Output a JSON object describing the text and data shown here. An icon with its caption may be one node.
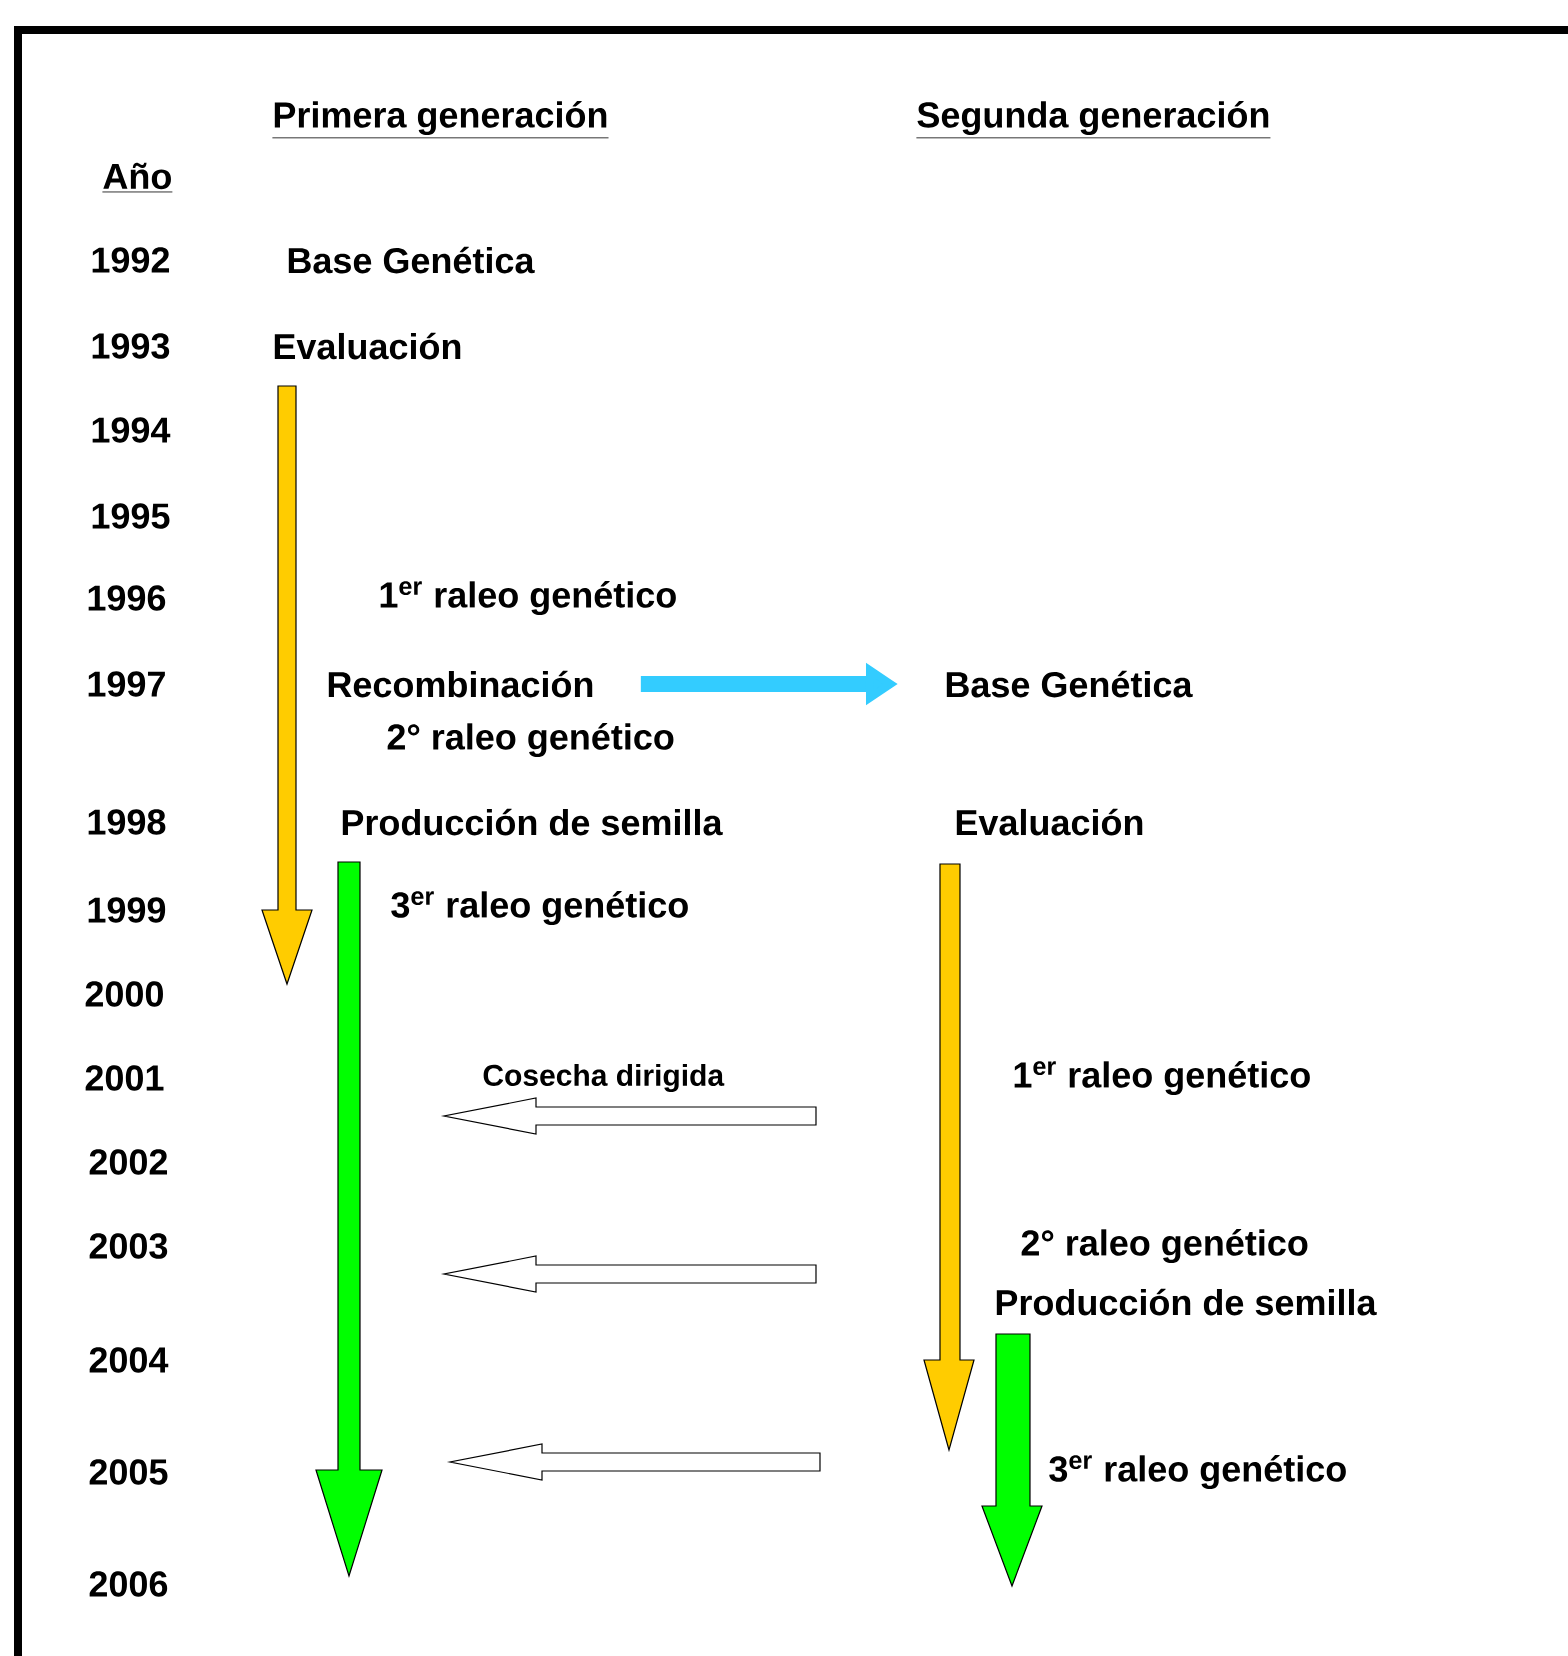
{
  "diagram": {
    "nodes": [
      {
        "text": [
          "Recombinación"
        ]
      },
      {
        "text": [
          "Base Genética"
        ]
      }
    ],
    "edges": [
      {
        "from": 0,
        "to": 1,
        "arrow": "to"
      }
    ],
    "labels": [
      "Primera generación",
      "Segunda generación",
      "Año",
      "1992",
      "Base Genética",
      "1993",
      "Evaluación",
      "1994",
      "1995",
      "1996",
      "1$^{er}$ raleo genético",
      "1997",
      "2° raleo genético",
      "1998",
      "Producción de semilla",
      "Evaluación",
      "1999",
      "3$^{er}$ raleo genético",
      "2000",
      "2001",
      "Cosecha dirigida",
      "1$^{er}$ raleo genético",
      "2002",
      "2003",
      "2° raleo genético",
      "Producción de semilla",
      "2004",
      "2005",
      "3$^{er}$ raleo genético",
      "2006"
    ]
  }
}
